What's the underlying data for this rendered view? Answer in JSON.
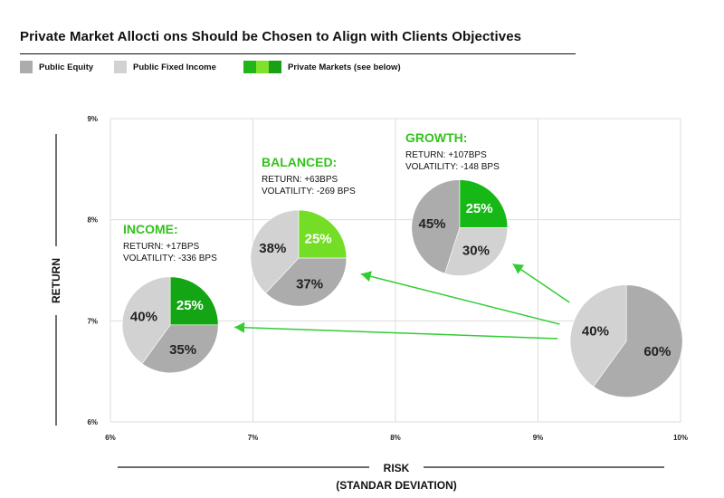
{
  "title": "Private Market Allocti ons Should be Chosen to Align with Clients Objectives",
  "legend": [
    {
      "label": "Public Equity",
      "color": "#acacac"
    },
    {
      "label": "Public Fixed Income",
      "color": "#d2d2d2"
    },
    {
      "label": "Private Markets (see below)",
      "colors": [
        "#22b418",
        "#7ee12a",
        "#17a114"
      ]
    }
  ],
  "colors": {
    "equity": "#acacac",
    "fixed_income": "#d2d2d2",
    "income_green": "#14a514",
    "balanced_green": "#74dd26",
    "growth_green": "#16b816",
    "arrow": "#33cc33",
    "grid": "#dddddd",
    "axis_rule": "#111111"
  },
  "chart_data": {
    "type": "scatter",
    "xlabel": "RISK",
    "xlabel_sub": "(STANDAR DEVIATION)",
    "ylabel": "RETURN",
    "xlim": [
      6,
      10
    ],
    "ylim": [
      6,
      9
    ],
    "x_ticks": [
      {
        "value": 6,
        "label": "6%"
      },
      {
        "value": 7,
        "label": "7%"
      },
      {
        "value": 8,
        "label": "8%"
      },
      {
        "value": 9,
        "label": "9%"
      },
      {
        "value": 10,
        "label": "10%"
      }
    ],
    "y_ticks": [
      {
        "value": 6,
        "label": "6%"
      },
      {
        "value": 7,
        "label": "7%"
      },
      {
        "value": 8,
        "label": "8%"
      },
      {
        "value": 9,
        "label": "9%"
      }
    ],
    "grid": true,
    "portfolios": [
      {
        "name": "INCOME:",
        "return_label": "RETURN: +17BPS",
        "volatility_label": "VOLATILITY: -336 BPS",
        "x": 6.42,
        "y": 6.96,
        "slices": [
          {
            "segment": "private",
            "value": 25,
            "label": "25%"
          },
          {
            "segment": "equity",
            "value": 35,
            "label": "35%"
          },
          {
            "segment": "fixed_income",
            "value": 40,
            "label": "40%"
          }
        ]
      },
      {
        "name": "BALANCED:",
        "return_label": "RETURN: +63BPS",
        "volatility_label": "VOLATILITY: -269 BPS",
        "x": 7.32,
        "y": 7.62,
        "slices": [
          {
            "segment": "private",
            "value": 25,
            "label": "25%"
          },
          {
            "segment": "equity",
            "value": 37,
            "label": "37%"
          },
          {
            "segment": "fixed_income",
            "value": 38,
            "label": "38%"
          }
        ]
      },
      {
        "name": "GROWTH:",
        "return_label": "RETURN: +107BPS",
        "volatility_label": "VOLATILITY: -148 BPS",
        "x": 8.45,
        "y": 7.92,
        "slices": [
          {
            "segment": "private",
            "value": 25,
            "label": "25%"
          },
          {
            "segment": "fixed_income",
            "value": 30,
            "label": "30%"
          },
          {
            "segment": "equity",
            "value": 45,
            "label": "45%"
          }
        ]
      },
      {
        "name": "",
        "x": 9.62,
        "y": 6.8,
        "slices": [
          {
            "segment": "equity",
            "value": 60,
            "label": "60%"
          },
          {
            "segment": "fixed_income",
            "value": 40,
            "label": "40%"
          }
        ]
      }
    ]
  }
}
